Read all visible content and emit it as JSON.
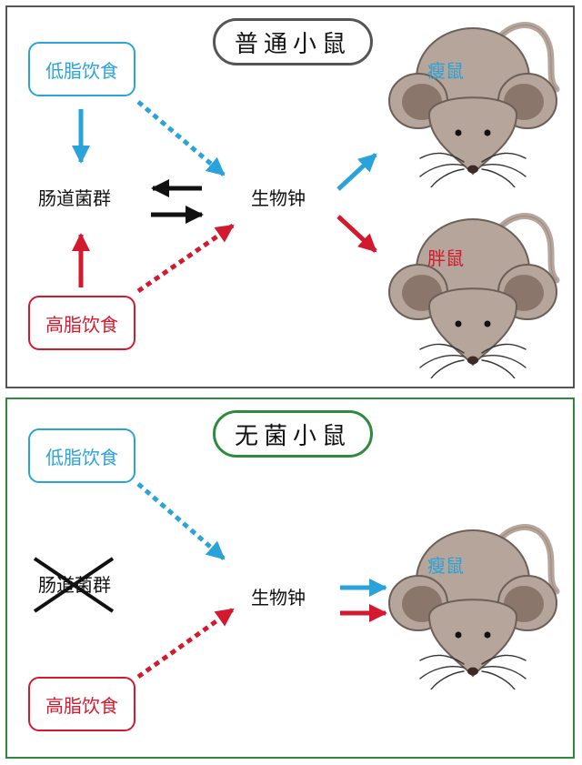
{
  "top_panel": {
    "title": "普通小鼠",
    "low_fat_diet": "低脂饮食",
    "high_fat_diet": "高脂饮食",
    "gut_flora": "肠道菌群",
    "circadian_clock": "生物钟",
    "lean_mouse": "瘦鼠",
    "fat_mouse": "胖鼠"
  },
  "bottom_panel": {
    "title": "无菌小鼠",
    "low_fat_diet": "低脂饮食",
    "high_fat_diet": "高脂饮食",
    "gut_flora": "肠道菌群",
    "circadian_clock": "生物钟",
    "lean_mouse": "瘦鼠"
  },
  "colors": {
    "blue": "#29a3d9",
    "red": "#d2192e",
    "top_border": "#555555",
    "bottom_border": "#2e8b3e",
    "mouse_body": "#b6a59a"
  }
}
